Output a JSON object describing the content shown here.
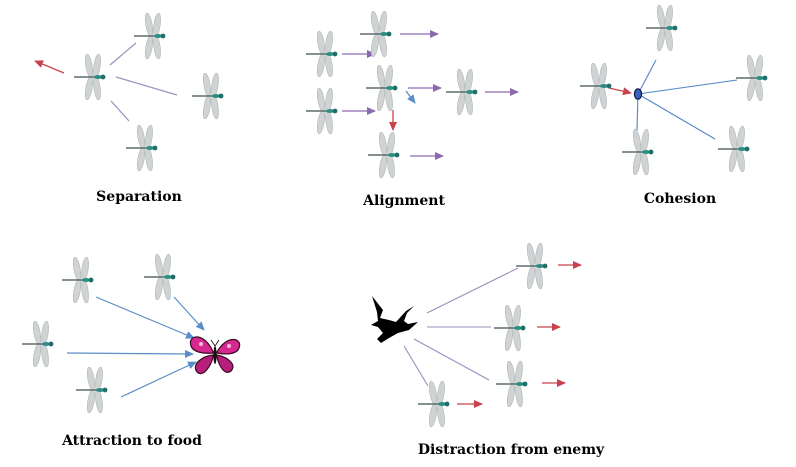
{
  "colors": {
    "red_arrow": "#c8434b",
    "purple_arrow": "#8a6aae",
    "blue_arrow": "#5b8ec7",
    "purple_line": "#9a8fbf",
    "blue_line": "#4f86c6",
    "dragonfly_wing": "#cfd3d3",
    "dragonfly_body": "#2e8f86",
    "butterfly": "#d6288e",
    "bird": "#000000"
  },
  "panels": {
    "separation": {
      "label": "Separation",
      "icons": [
        "dragonfly-icon"
      ]
    },
    "alignment": {
      "label": "Alignment",
      "icons": [
        "dragonfly-icon"
      ]
    },
    "cohesion": {
      "label": "Cohesion",
      "icons": [
        "dragonfly-icon",
        "center-of-mass-icon"
      ]
    },
    "attraction": {
      "label": "Attraction to food",
      "icons": [
        "dragonfly-icon",
        "butterfly-icon"
      ]
    },
    "distraction": {
      "label": "Distraction from enemy",
      "icons": [
        "dragonfly-icon",
        "bird-icon"
      ]
    }
  }
}
